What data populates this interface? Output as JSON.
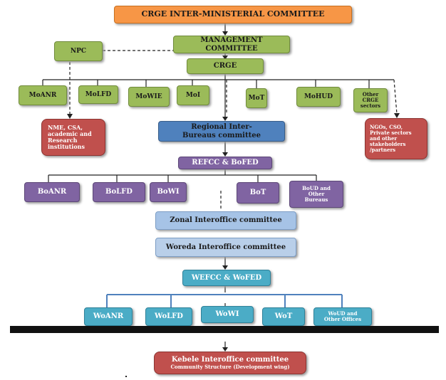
{
  "top": {
    "committee": "CRGE INTER-MINISTERIAL COMMITTEE",
    "management": "MANAGEMENT COMMITTEE",
    "npc": "NPC",
    "crge": "CRGE"
  },
  "ministries": [
    "MoANR",
    "MoLFD",
    "MoWIE",
    "MoI",
    "MoT",
    "MoHUD",
    "Other CRGE sectors"
  ],
  "side_left": "NME, CSA, academic and Research institutions",
  "side_right": "NGOs, CSO, Private sectors and other stakeholders /partners",
  "regional": {
    "committee": "Regional Inter-Bureaus committee",
    "refcc": "REFCC & BoFED"
  },
  "bureaus": [
    "BoANR",
    "BoLFD",
    "BoWI",
    "BoT",
    "BoUD and Other Bureaus"
  ],
  "zonal": "Zonal Interoffice committee",
  "woreda": {
    "committee": "Woreda Interoffice committee",
    "wefcc": "WEFCC & WoFED"
  },
  "offices": [
    "WoANR",
    "WoLFD",
    "WoWI",
    "WoT",
    "WoUD and Other Offices"
  ],
  "kebele": {
    "title": "Kebele Interoffice committee",
    "subtitle": "Community Structure (Development wing)"
  },
  "colors": {
    "orange": "#f79646",
    "green": "#9bbb59",
    "red": "#c0504d",
    "blue": "#4f81bd",
    "purple": "#8064a2",
    "light_blue": "#a6c3e6",
    "teal": "#4bacc6"
  }
}
